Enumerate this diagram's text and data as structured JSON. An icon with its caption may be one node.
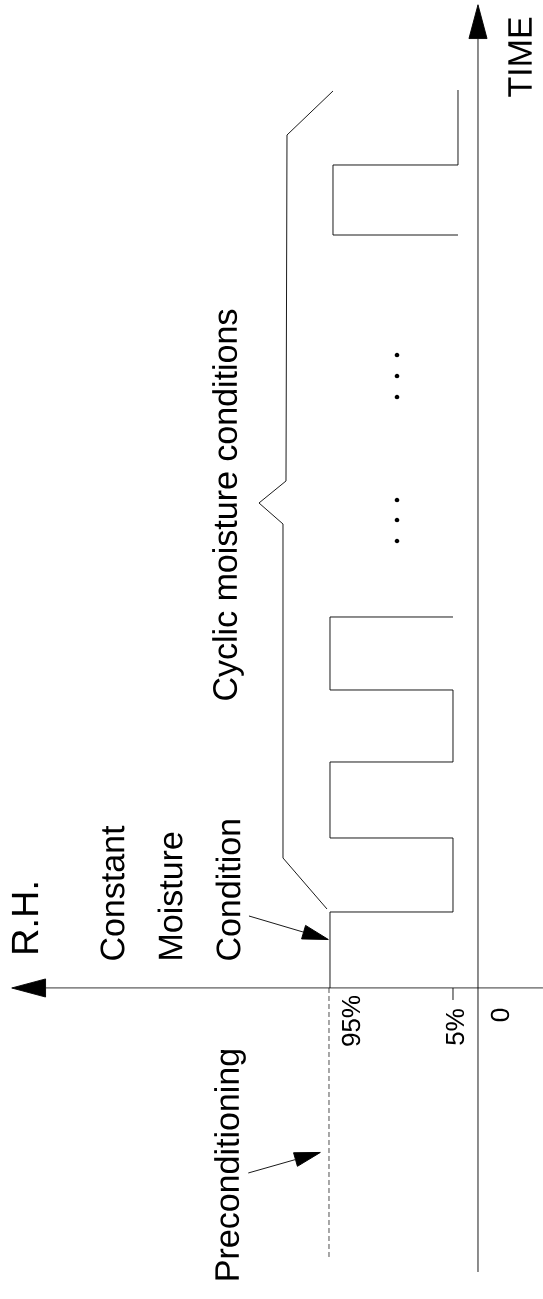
{
  "diagram": {
    "nodes": [
      {
        "text": [
          "Constant Moisture Condition"
        ]
      },
      {
        "text": [
          "Preconditioning"
        ]
      }
    ],
    "edges": [
      {
        "from": 0,
        "to": null,
        "arrow": "to"
      },
      {
        "from": 1,
        "to": null,
        "arrow": "to"
      }
    ],
    "labels": [
      "TIME",
      "Cyclic moisture conditions",
      "R.H.",
      "95%",
      "5%",
      "0"
    ]
  }
}
